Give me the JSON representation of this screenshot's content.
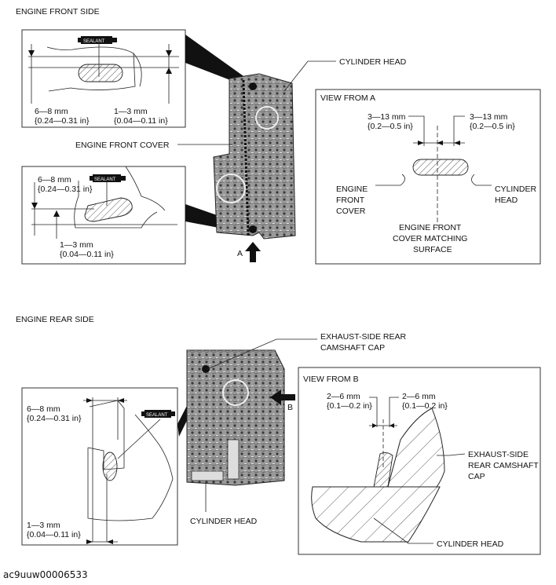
{
  "front": {
    "section_title": "ENGINE FRONT SIDE",
    "cylinder_head_label": "CYLINDER HEAD",
    "engine_front_cover_label": "ENGINE FRONT COVER",
    "arrow_label": "A",
    "top_detail": {
      "sealant": "SEALANT",
      "dim_left_1": "6—8 mm",
      "dim_left_2": "{0.24—0.31 in}",
      "dim_right_1": "1—3 mm",
      "dim_right_2": "{0.04—0.11 in}"
    },
    "bottom_detail": {
      "sealant": "SEALANT",
      "dim_top_1": "6—8 mm",
      "dim_top_2": "{0.24—0.31 in}",
      "dim_bottom_1": "1—3 mm",
      "dim_bottom_2": "{0.04—0.11 in}"
    },
    "view_a": {
      "title": "VIEW FROM A",
      "dim_left_1": "3—13 mm",
      "dim_left_2": "{0.2—0.5 in}",
      "dim_right_1": "3—13 mm",
      "dim_right_2": "{0.2—0.5 in}",
      "engine_front_cover_1": "ENGINE",
      "engine_front_cover_2": "FRONT",
      "engine_front_cover_3": "COVER",
      "cylinder_head_1": "CYLINDER",
      "cylinder_head_2": "HEAD",
      "matching_1": "ENGINE FRONT",
      "matching_2": "COVER MATCHING",
      "matching_3": "SURFACE"
    }
  },
  "rear": {
    "section_title": "ENGINE REAR SIDE",
    "cap_label_1": "EXHAUST-SIDE REAR",
    "cap_label_2": "CAMSHAFT CAP",
    "cylinder_head_label": "CYLINDER HEAD",
    "arrow_label": "B",
    "detail": {
      "sealant": "SEALANT",
      "dim_top_1": "6—8 mm",
      "dim_top_2": "{0.24—0.31 in}",
      "dim_bottom_1": "1—3 mm",
      "dim_bottom_2": "{0.04—0.11 in}"
    },
    "view_b": {
      "title": "VIEW FROM B",
      "dim_left_1": "2—6 mm",
      "dim_left_2": "{0.1—0.2 in}",
      "dim_right_1": "2—6 mm",
      "dim_right_2": "{0.1—0.2 in}",
      "cap_1": "EXHAUST-SIDE",
      "cap_2": "REAR CAMSHAFT",
      "cap_3": "CAP",
      "cylinder_head": "CYLINDER HEAD"
    }
  },
  "figure_code": "ac9uuw00006533"
}
